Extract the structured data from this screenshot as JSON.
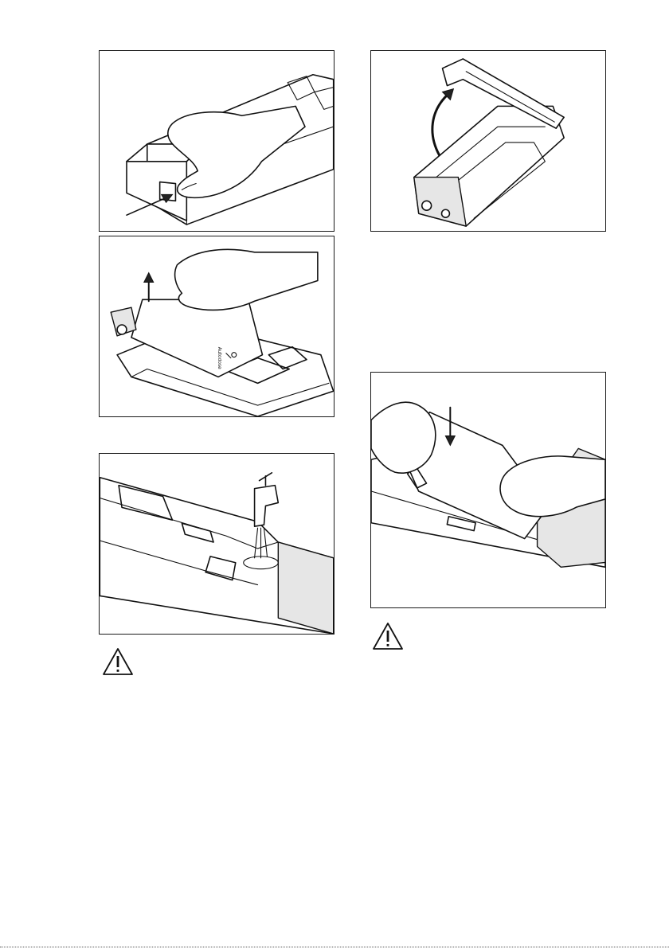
{
  "figures": [
    {
      "id": "fig-1",
      "icon": "press-release-tab-illustration"
    },
    {
      "id": "fig-2",
      "icon": "lift-lid-illustration"
    },
    {
      "id": "fig-3",
      "icon": "remove-insert-illustration"
    },
    {
      "id": "fig-4",
      "icon": "rinse-under-tap-illustration"
    },
    {
      "id": "fig-5",
      "icon": "refit-insert-illustration"
    }
  ],
  "dispenser_label": {
    "brand": "Autodose",
    "symbols": [
      "detergent-symbol",
      "softener-symbol"
    ]
  },
  "warnings": [
    {
      "id": "warning-left",
      "icon": "warning-triangle-icon"
    },
    {
      "id": "warning-right",
      "icon": "warning-triangle-icon"
    }
  ],
  "colors": {
    "ink": "#111111",
    "paper": "#ffffff",
    "shade": "#e6e6e6"
  }
}
